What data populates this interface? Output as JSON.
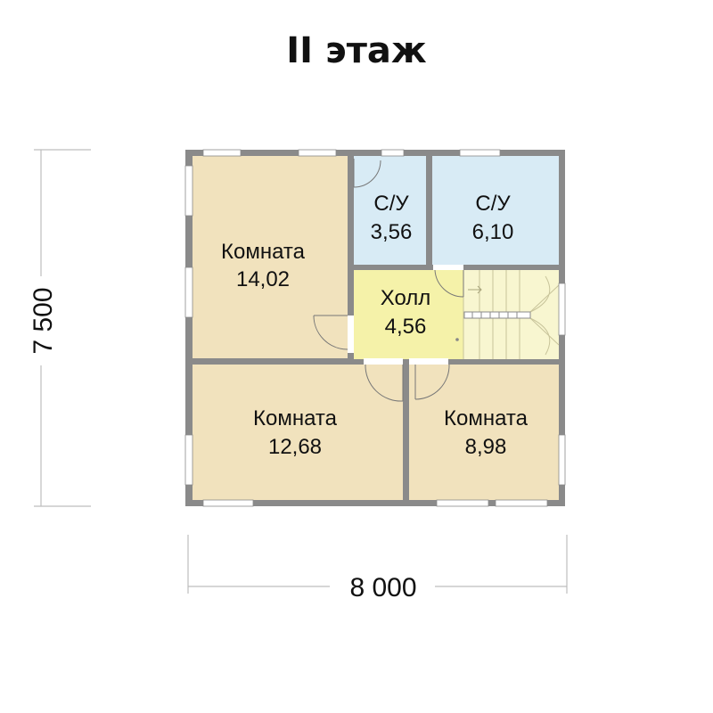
{
  "title": "II этаж",
  "dimensions": {
    "width": "8 000",
    "height": "7 500"
  },
  "rooms": [
    {
      "name": "Комната",
      "area": "14,02"
    },
    {
      "name": "С/У",
      "area": "3,56"
    },
    {
      "name": "С/У",
      "area": "6,10"
    },
    {
      "name": "Холл",
      "area": "4,56"
    },
    {
      "name": "Комната",
      "area": "12,68"
    },
    {
      "name": "Комната",
      "area": "8,98"
    }
  ],
  "colors": {
    "room": "#f1e2bd",
    "bath": "#d8ebf5",
    "hall": "#f5f2a9",
    "wall": "#8a8a8a",
    "dimension": "#bdbdbd",
    "text": "#111111"
  }
}
